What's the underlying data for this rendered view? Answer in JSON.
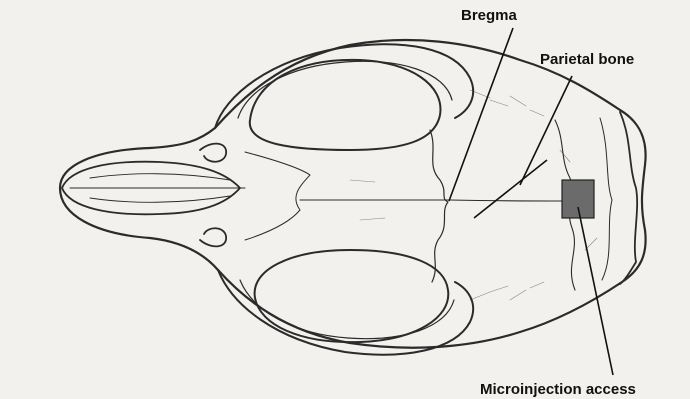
{
  "labels": {
    "bregma": "Bregma",
    "parietal_bone": "Parietal bone",
    "microinjection_access": "Microinjection access"
  },
  "colors": {
    "paper": "#f3f1ee",
    "ink": "#2b2b2b",
    "access_square": "#6b6b6b"
  }
}
